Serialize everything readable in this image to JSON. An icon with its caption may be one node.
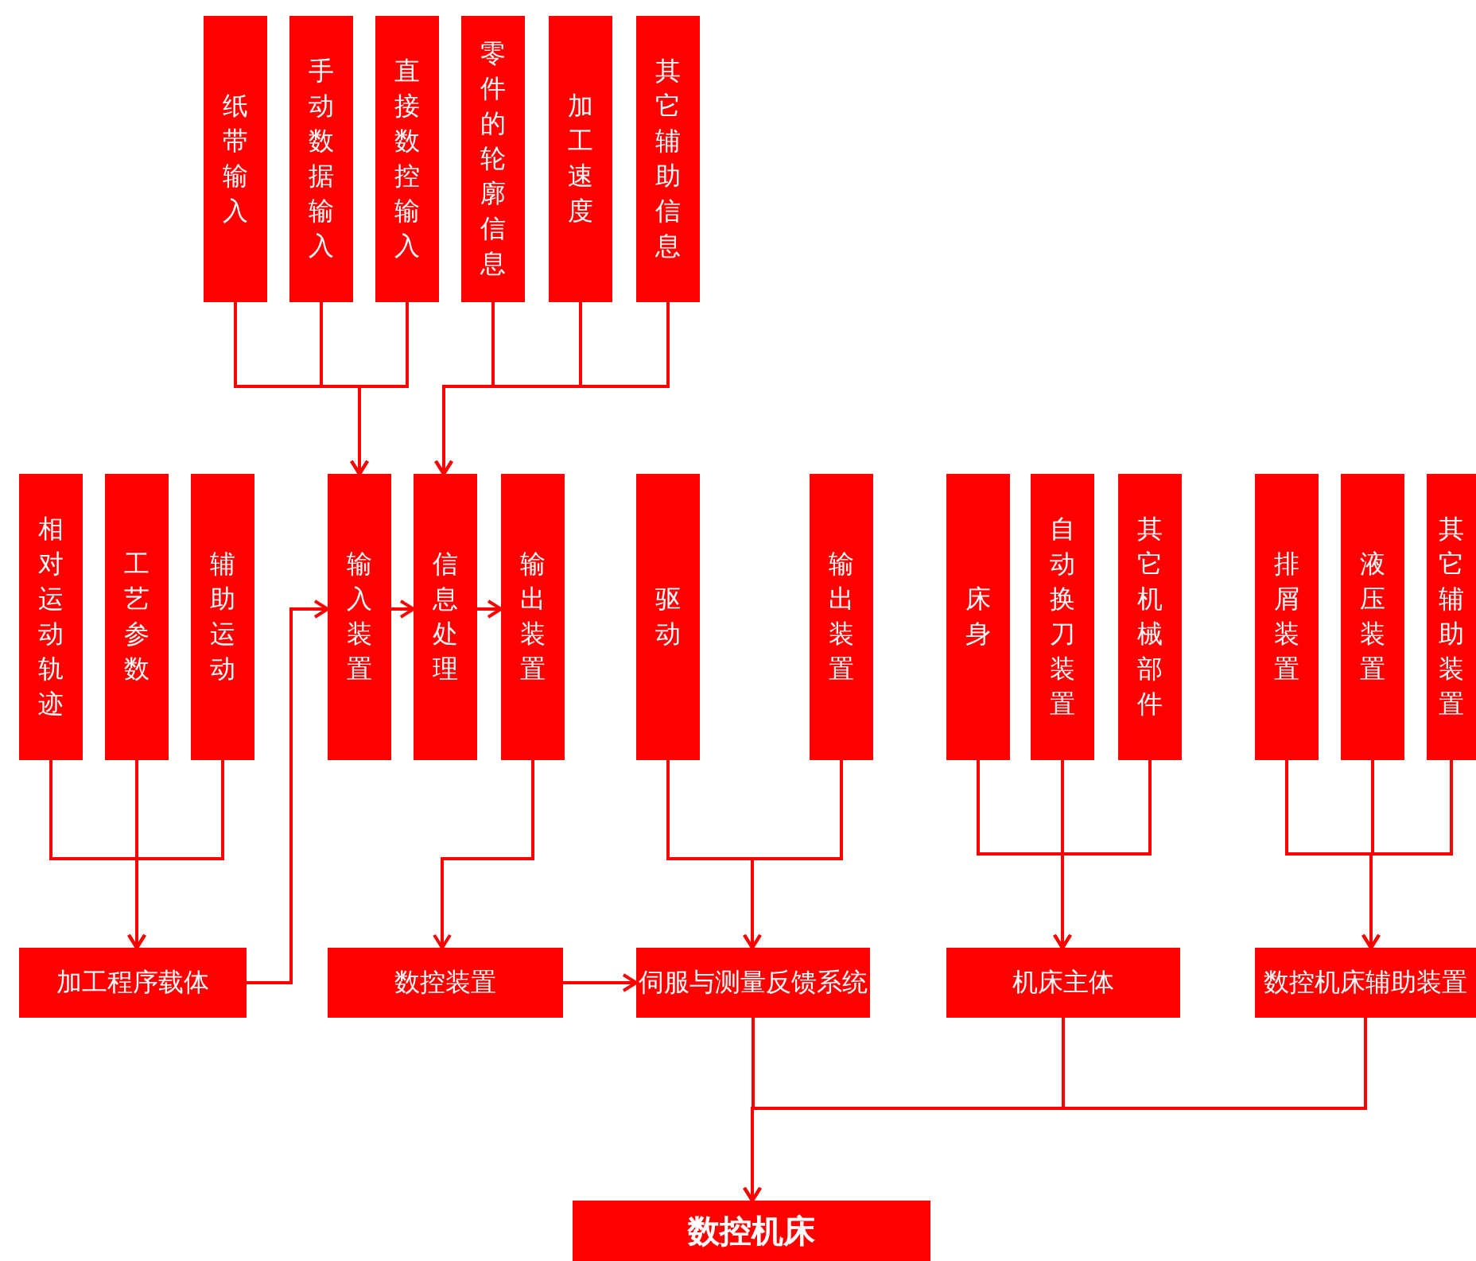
{
  "diagram": {
    "nodes": [
      {
        "text": [
          "纸带输入"
        ]
      },
      {
        "text": [
          "手动数据输入"
        ]
      },
      {
        "text": [
          "直接数控输入"
        ]
      },
      {
        "text": [
          "零件的轮廓信息"
        ]
      },
      {
        "text": [
          "加工速度"
        ]
      },
      {
        "text": [
          "其它辅助信息"
        ]
      },
      {
        "text": [
          "相对运动轨迹"
        ]
      },
      {
        "text": [
          "工艺参数"
        ]
      },
      {
        "text": [
          "辅助运动"
        ]
      },
      {
        "text": [
          "输入装置"
        ]
      },
      {
        "text": [
          "信息处理"
        ]
      },
      {
        "text": [
          "输出装置"
        ]
      },
      {
        "text": [
          "驱动"
        ]
      },
      {
        "text": [
          "输出装置"
        ]
      },
      {
        "text": [
          "床身"
        ]
      },
      {
        "text": [
          "自动换刀装置"
        ]
      },
      {
        "text": [
          "其它机械部件"
        ]
      },
      {
        "text": [
          "排屑装置"
        ]
      },
      {
        "text": [
          "液压装置"
        ]
      },
      {
        "text": [
          "其它辅助装置"
        ]
      },
      {
        "text": [
          "加工程序载体"
        ]
      },
      {
        "text": [
          "数控装置"
        ]
      },
      {
        "text": [
          "伺服与测量反馈系统"
        ]
      },
      {
        "text": [
          "机床主体"
        ]
      },
      {
        "text": [
          "数控机床辅助装置"
        ]
      },
      {
        "text": [
          "数控机床"
        ]
      }
    ],
    "edges": [
      {
        "from": 0,
        "to": 9,
        "arrow": "to"
      },
      {
        "from": 1,
        "to": 9,
        "arrow": "to"
      },
      {
        "from": 2,
        "to": 9,
        "arrow": "to"
      },
      {
        "from": 3,
        "to": 10,
        "arrow": "to"
      },
      {
        "from": 4,
        "to": 10,
        "arrow": "to"
      },
      {
        "from": 5,
        "to": 10,
        "arrow": "to"
      },
      {
        "from": 9,
        "to": 10,
        "arrow": "to"
      },
      {
        "from": 10,
        "to": 11,
        "arrow": "to"
      },
      {
        "from": 6,
        "to": 20,
        "arrow": "to"
      },
      {
        "from": 7,
        "to": 20,
        "arrow": "to"
      },
      {
        "from": 8,
        "to": 20,
        "arrow": "to"
      },
      {
        "from": 20,
        "to": 9,
        "arrow": "to"
      },
      {
        "from": 11,
        "to": 21,
        "arrow": "to"
      },
      {
        "from": 21,
        "to": 22,
        "arrow": "to"
      },
      {
        "from": 12,
        "to": 22,
        "arrow": "to"
      },
      {
        "from": 13,
        "to": 22,
        "arrow": "to"
      },
      {
        "from": 14,
        "to": 23,
        "arrow": "to"
      },
      {
        "from": 15,
        "to": 23,
        "arrow": "to"
      },
      {
        "from": 16,
        "to": 23,
        "arrow": "to"
      },
      {
        "from": 17,
        "to": 24,
        "arrow": "to"
      },
      {
        "from": 18,
        "to": 24,
        "arrow": "to"
      },
      {
        "from": 19,
        "to": 24,
        "arrow": "to"
      },
      {
        "from": 22,
        "to": 25,
        "arrow": "to"
      },
      {
        "from": 23,
        "to": 25,
        "arrow": "to"
      },
      {
        "from": 24,
        "to": 25,
        "arrow": "to"
      }
    ]
  }
}
